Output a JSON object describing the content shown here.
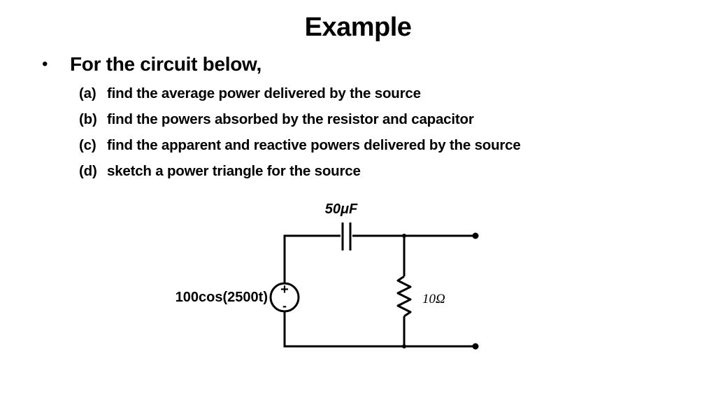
{
  "slide": {
    "title": "Example",
    "bullet": {
      "symbol": "•",
      "text": "For the circuit below,"
    },
    "sub_items": [
      {
        "marker": "(a)",
        "text": "find the average power delivered by the source"
      },
      {
        "marker": "(b)",
        "text": "find the powers absorbed by the resistor and capacitor"
      },
      {
        "marker": "(c)",
        "text": "find the apparent and reactive powers delivered by the source"
      },
      {
        "marker": "(d)",
        "text": "sketch a power triangle for the source"
      }
    ]
  },
  "circuit": {
    "capacitor_label": "50μF",
    "resistor_label": "10Ω",
    "source_label": "100cos(2500t)",
    "source_plus": "+",
    "source_minus": "-"
  }
}
